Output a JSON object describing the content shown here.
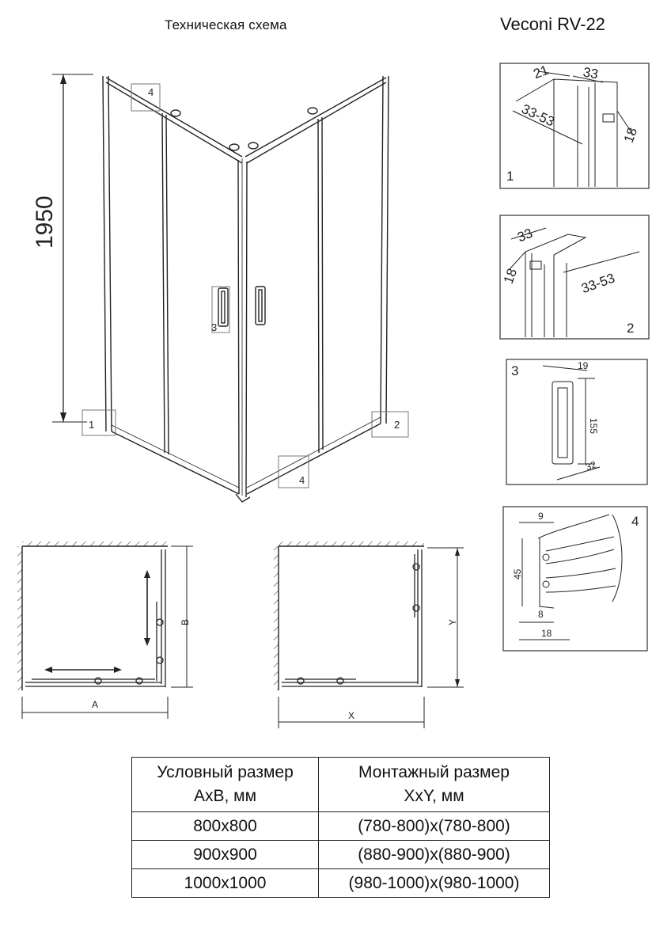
{
  "header": {
    "title": "Техническая схема",
    "model": "Veconi RV-22"
  },
  "main_view": {
    "height_label": "1950",
    "callouts": [
      "4",
      "3",
      "1",
      "2",
      "4"
    ]
  },
  "plan_a": {
    "width_label": "A",
    "depth_label": "B"
  },
  "plan_x": {
    "width_label": "X",
    "depth_label": "Y"
  },
  "detail_1": {
    "number": "1",
    "dims": [
      "21",
      "33",
      "33-53",
      "18"
    ]
  },
  "detail_2": {
    "number": "2",
    "dims": [
      "33",
      "18",
      "33-53"
    ]
  },
  "detail_3": {
    "number": "3",
    "dims": [
      "19",
      "155",
      "32"
    ]
  },
  "detail_4": {
    "number": "4",
    "dims": [
      "9",
      "45",
      "8",
      "18"
    ]
  },
  "table": {
    "headers": [
      [
        "Условный размер",
        "AxB, мм"
      ],
      [
        "Монтажный размер",
        "XxY, мм"
      ]
    ],
    "rows": [
      [
        "800x800",
        "(780-800)x(780-800)"
      ],
      [
        "900x900",
        "(880-900)x(880-900)"
      ],
      [
        "1000x1000",
        "(980-1000)x(980-1000)"
      ]
    ]
  }
}
